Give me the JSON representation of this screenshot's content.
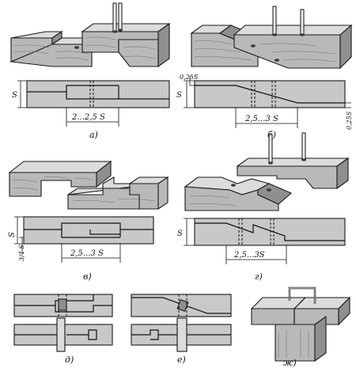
{
  "panels": {
    "a": {
      "caption": "а)",
      "dim_length": "2...2,5 S",
      "dim_thickness": "S"
    },
    "b": {
      "caption": "б)",
      "dim_length": "2,5...3 S",
      "dim_thickness": "S",
      "dim_top": "0,25S",
      "dim_side": "0,25S"
    },
    "v": {
      "caption": "в)",
      "dim_length": "2,5...3 S",
      "dim_thickness": "S",
      "dim_step": "3/4 S"
    },
    "g": {
      "caption": "г)",
      "dim_length": "2,5...3S",
      "dim_thickness": "S"
    },
    "d": {
      "caption": "д)"
    },
    "e": {
      "caption": "е)"
    },
    "zh": {
      "caption": "ж)"
    }
  }
}
